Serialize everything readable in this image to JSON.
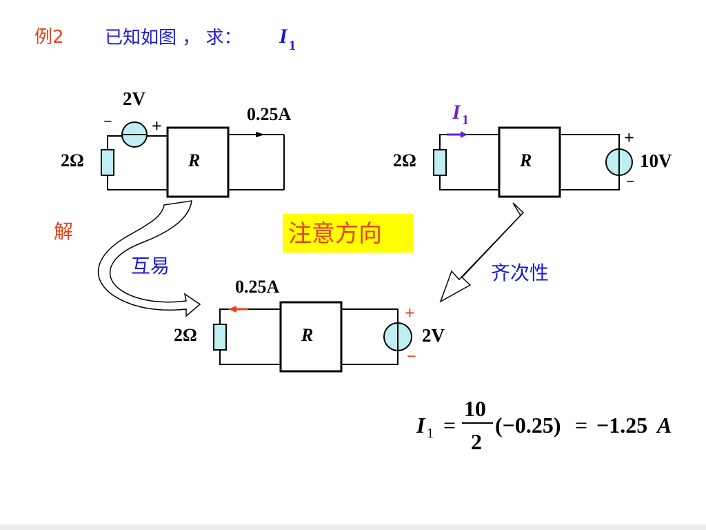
{
  "header": {
    "example_label": "例2",
    "problem_text": "已知如图 ， 求：",
    "unknown_symbol": "I",
    "unknown_subscript": "1"
  },
  "solution_label": "解",
  "circuit_top_left": {
    "source_voltage": "2V",
    "source_minus": "−",
    "source_plus": "+",
    "current_label": "0.25A",
    "resistor_label": "2Ω",
    "box_label": "R"
  },
  "circuit_top_right": {
    "current_symbol": "I",
    "current_subscript": "1",
    "resistor_label": "2Ω",
    "box_label": "R",
    "source_voltage": "10V",
    "source_plus": "+",
    "source_minus": "−"
  },
  "circuit_bottom": {
    "current_label": "0.25A",
    "resistor_label": "2Ω",
    "box_label": "R",
    "source_voltage": "2V",
    "source_plus": "+",
    "source_minus": "−"
  },
  "notes": {
    "attention_direction": "注意方向",
    "reciprocity": "互易",
    "homogeneity": "齐次性"
  },
  "formula": {
    "lhs_symbol": "I",
    "lhs_subscript": "1",
    "equals": "=",
    "numerator": "10",
    "denominator": "2",
    "factor": "(−0.25)",
    "equals2": "=",
    "result": "−1.25",
    "unit": "A"
  },
  "colors": {
    "title_red": "#e8421c",
    "text_blue": "#1a1ad6",
    "highlight_yellow": "#ffff00",
    "resistor_fill": "#bfeff2",
    "source_fill": "#bfeff2",
    "arrow_purple": "#6a1fd0"
  }
}
